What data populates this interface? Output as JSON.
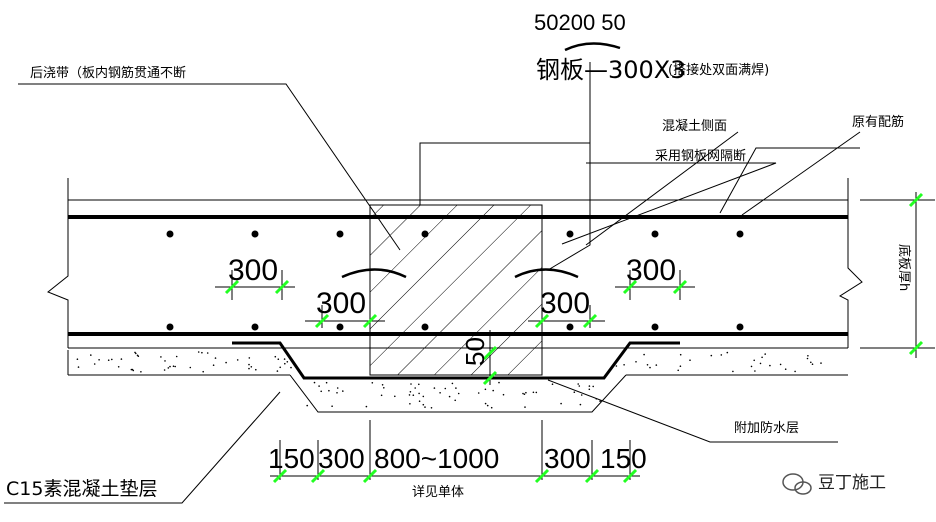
{
  "labels": {
    "post_pour_strip": "后浇带（板内钢筋贯通不断",
    "steel_plate_dims": "50200 50",
    "steel_plate": "钢板—300X3",
    "steel_plate_note": "(搭接处双面满焊)",
    "concrete_side_1": "混凝土侧面",
    "concrete_side_2": "采用钢板网隔断",
    "existing_rebar": "原有配筋",
    "slab_thickness": "底板厚h",
    "waterproof_layer": "附加防水层",
    "cushion": "C15素混凝土垫层",
    "see_single": "详见单体"
  },
  "dimensions": {
    "top_left_300": "300",
    "mid_left_300": "300",
    "mid_right_300": "300",
    "top_right_300": "300",
    "depth_50": "50",
    "bottom_chain": [
      "150",
      "300",
      "800~1000",
      "300",
      "150"
    ]
  },
  "watermark": {
    "text": "豆丁施工",
    "icon": "chat-bubble-icon"
  },
  "colors": {
    "line": "#000000",
    "dim_tick": "#22ff22"
  }
}
